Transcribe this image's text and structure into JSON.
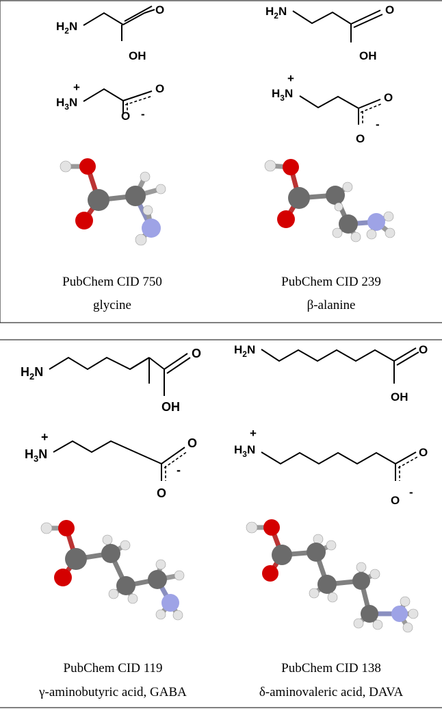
{
  "colors": {
    "carbon": "#6b6b6b",
    "oxygen": "#d40000",
    "nitrogen": "#9ea3e6",
    "hydrogen": "#e3e3e3",
    "line": "#000000"
  },
  "labels": {
    "nh2_n": "H",
    "nh2_sub": "2",
    "nh2_tail": "N",
    "nh3_h": "H",
    "nh3_sub": "3",
    "nh3_n": "N",
    "plus": "+",
    "minus": "-",
    "oxygen": "O",
    "hydroxyl": "OH"
  },
  "compounds": [
    {
      "id": "glycine",
      "pubchem": "PubChem CID 750",
      "name": "glycine"
    },
    {
      "id": "beta-alanine",
      "pubchem": "PubChem CID 239",
      "name": "β-alanine"
    },
    {
      "id": "gaba",
      "pubchem": "PubChem CID 119",
      "name": "γ-aminobutyric acid, GABA"
    },
    {
      "id": "dava",
      "pubchem": "PubChem CID 138",
      "name": "δ-aminovaleric acid, DAVA"
    }
  ]
}
